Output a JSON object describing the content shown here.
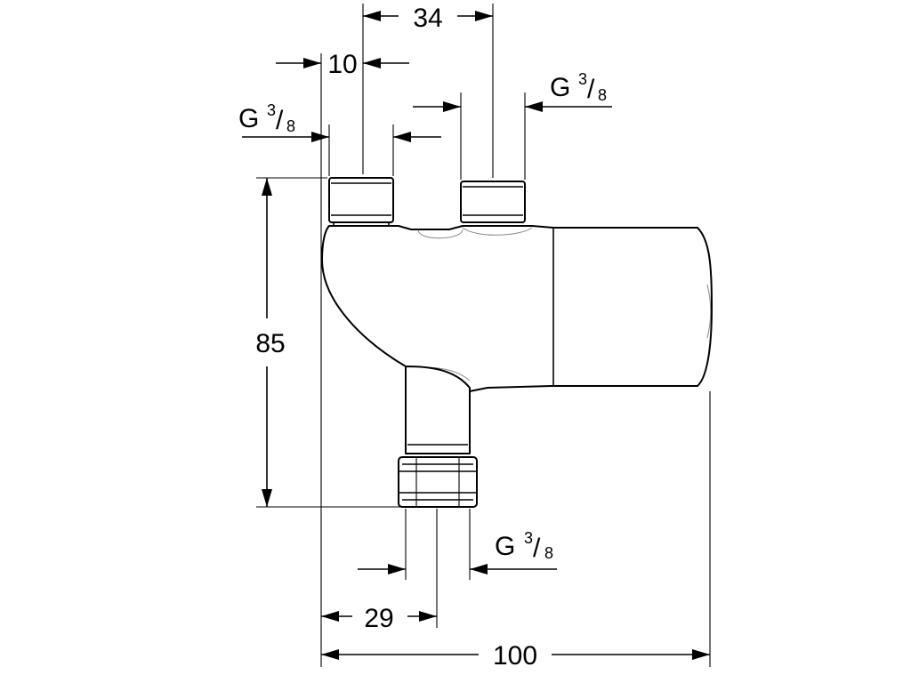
{
  "dimensions": {
    "top_spacing": "34",
    "inlet_offset": "10",
    "total_height": "85",
    "outlet_offset": "29",
    "total_width": "100"
  },
  "threads": {
    "left_inlet": {
      "letter": "G",
      "num": "3",
      "den": "8"
    },
    "right_inlet": {
      "letter": "G",
      "num": "3",
      "den": "8"
    },
    "outlet": {
      "letter": "G",
      "num": "3",
      "den": "8"
    }
  }
}
